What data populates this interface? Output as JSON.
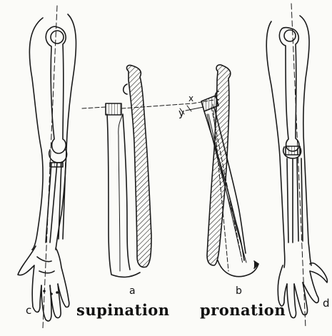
{
  "figure": {
    "panel_labels": {
      "a": "a",
      "b": "b",
      "c": "c",
      "d": "d"
    },
    "angle_labels": {
      "x": "x",
      "y": "y"
    },
    "captions": {
      "supination": "supination",
      "pronation": "pronation"
    },
    "colors": {
      "ink": "#1a1a1a",
      "paper": "#fbfbf8"
    }
  }
}
